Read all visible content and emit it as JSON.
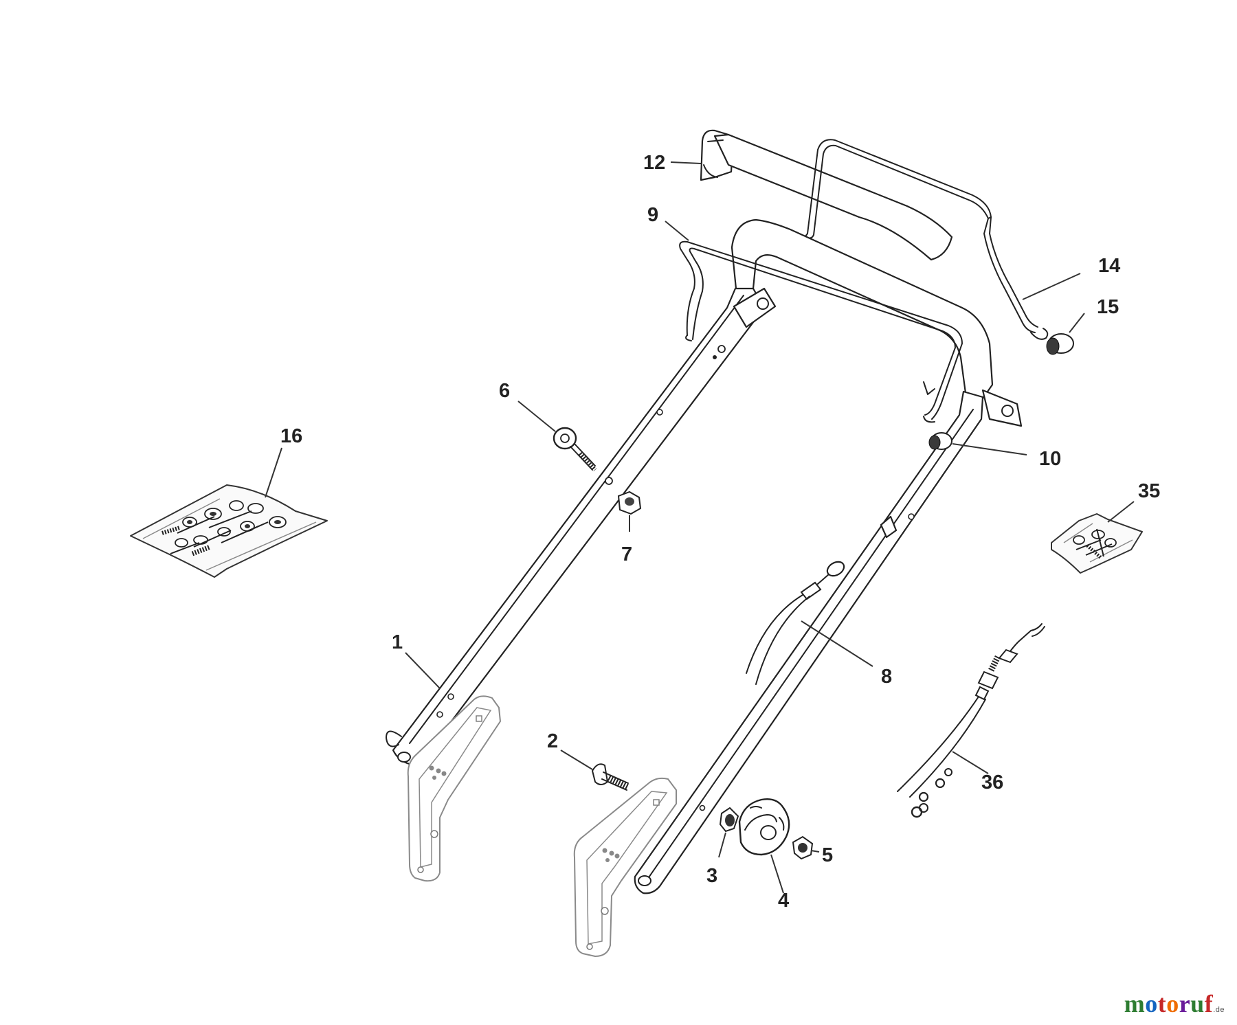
{
  "diagram": {
    "part_labels": {
      "p1": "1",
      "p2": "2",
      "p3": "3",
      "p4": "4",
      "p5": "5",
      "p6": "6",
      "p7": "7",
      "p8": "8",
      "p9": "9",
      "p10": "10",
      "p12": "12",
      "p14": "14",
      "p15": "15",
      "p16": "16",
      "p35": "35",
      "p36": "36"
    },
    "colors": {
      "line": "#222222",
      "bracket": "#8a8a8a",
      "background": "#ffffff"
    }
  },
  "watermark": {
    "letters": [
      {
        "ch": "m",
        "color": "#2e7d32"
      },
      {
        "ch": "o",
        "color": "#1565c0"
      },
      {
        "ch": "t",
        "color": "#c62828"
      },
      {
        "ch": "o",
        "color": "#ef6c00"
      },
      {
        "ch": "r",
        "color": "#6a1b9a"
      },
      {
        "ch": "u",
        "color": "#2e7d32"
      },
      {
        "ch": "f",
        "color": "#c62828"
      }
    ],
    "text": "motoruf",
    "suffix": ".de"
  }
}
